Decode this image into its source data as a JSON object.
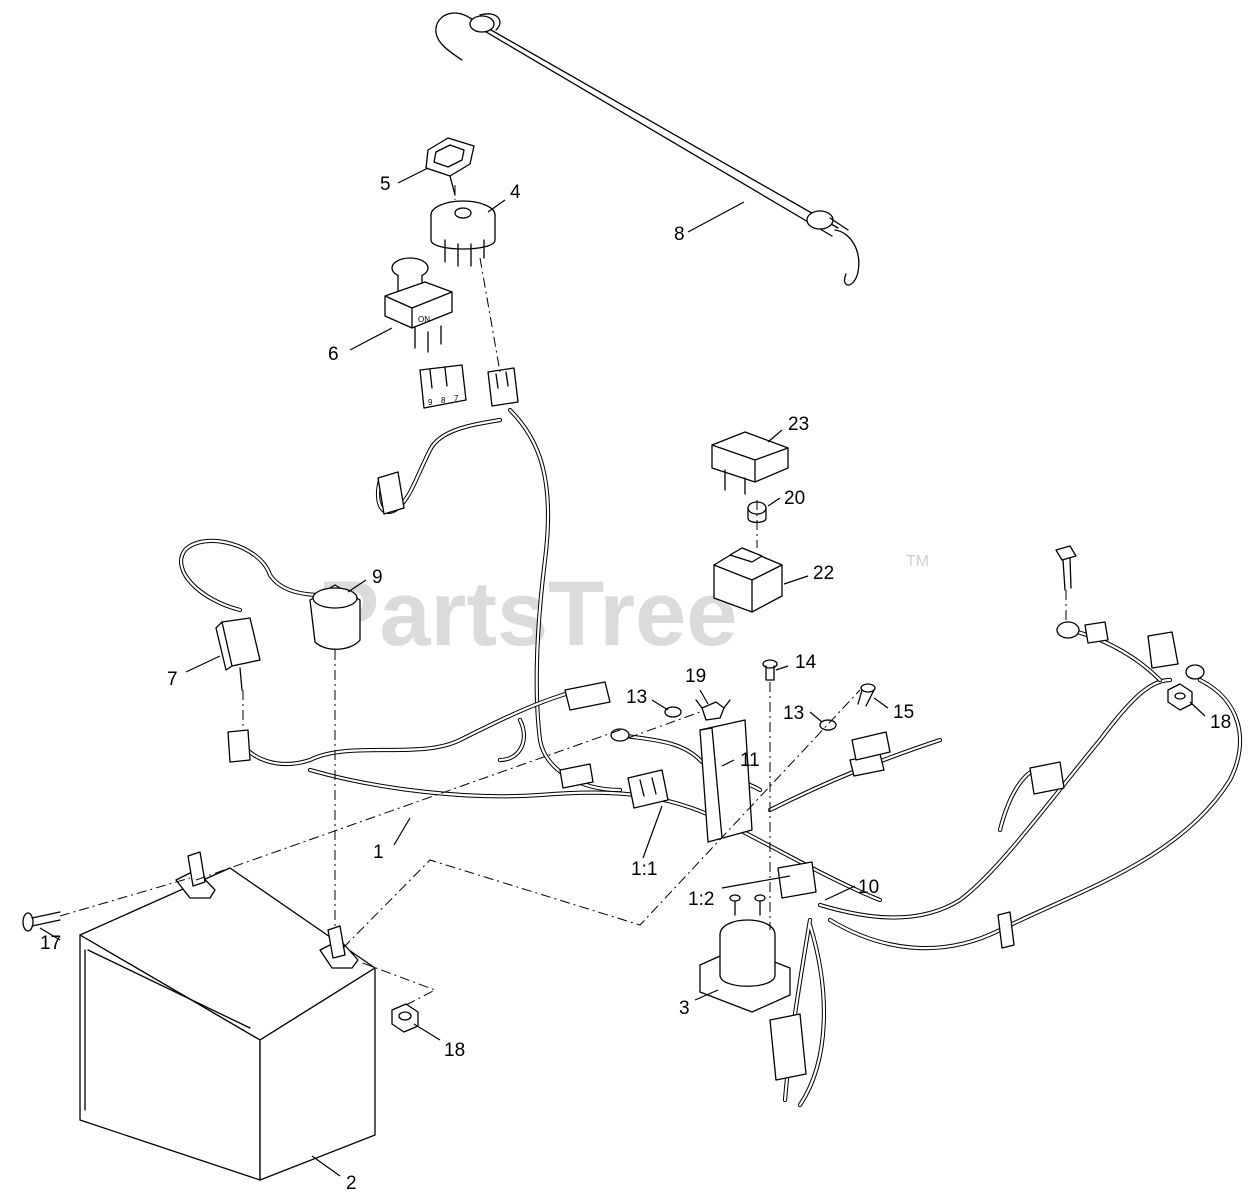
{
  "watermark": {
    "text": "PartsTree",
    "tm": "TM"
  },
  "connector_marks": {
    "a": "9",
    "b": "8",
    "c": "7"
  },
  "callouts": {
    "c1": "1",
    "c1_1": "1:1",
    "c1_2": "1:2",
    "c2": "2",
    "c3": "3",
    "c4": "4",
    "c5": "5",
    "c6": "6",
    "c7": "7",
    "c8": "8",
    "c9": "9",
    "c10": "10",
    "c11": "11",
    "c13a": "13",
    "c13b": "13",
    "c14": "14",
    "c15": "15",
    "c17": "17",
    "c18a": "18",
    "c18b": "18",
    "c19": "19",
    "c20": "20",
    "c22": "22",
    "c23": "23"
  }
}
